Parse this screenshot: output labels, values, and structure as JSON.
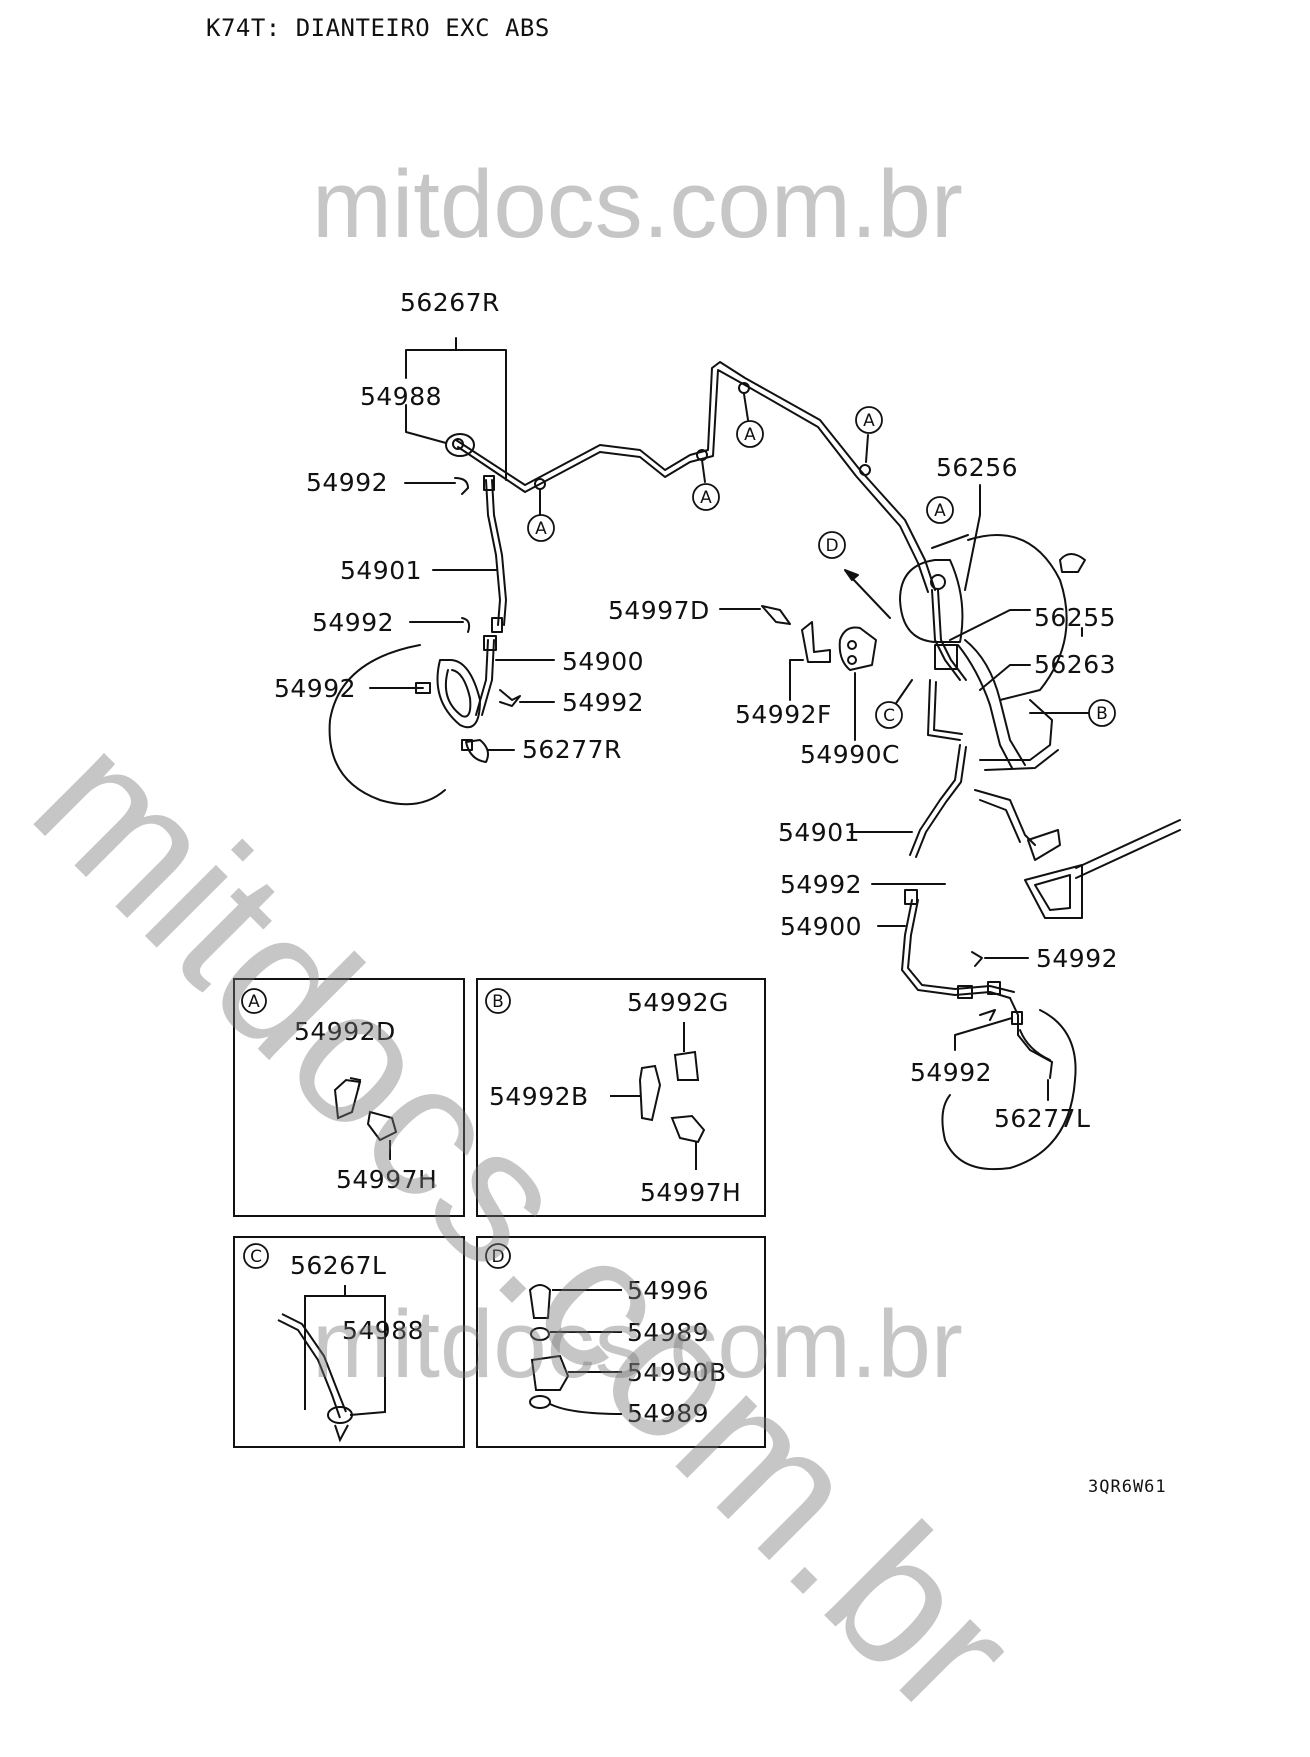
{
  "header": {
    "title": "K74T: DIANTEIRO EXC ABS"
  },
  "figure_code": "3QR6W61",
  "watermark": {
    "text": "mitdocs.com.br"
  },
  "callouts": {
    "top_left": [
      "56267R",
      "54988",
      "54992",
      "54901",
      "54992",
      "54900",
      "54992",
      "54992",
      "56277R"
    ],
    "center": [
      "54997D",
      "54992F",
      "54990C"
    ],
    "right": [
      "56256",
      "56255",
      "56263",
      "54901",
      "54992",
      "54900",
      "54992",
      "54992",
      "56277L"
    ]
  },
  "view_markers": [
    "A",
    "B",
    "C",
    "D"
  ],
  "detail_boxes": [
    {
      "id": "A",
      "parts": [
        "54992D",
        "54997H"
      ]
    },
    {
      "id": "B",
      "parts": [
        "54992G",
        "54992B",
        "54997H"
      ]
    },
    {
      "id": "C",
      "parts": [
        "56267L",
        "54988"
      ]
    },
    {
      "id": "D",
      "parts": [
        "54996",
        "54989",
        "54990B",
        "54989"
      ]
    }
  ],
  "colors": {
    "ink": "#111111",
    "watermark": "#8c8c8c"
  }
}
